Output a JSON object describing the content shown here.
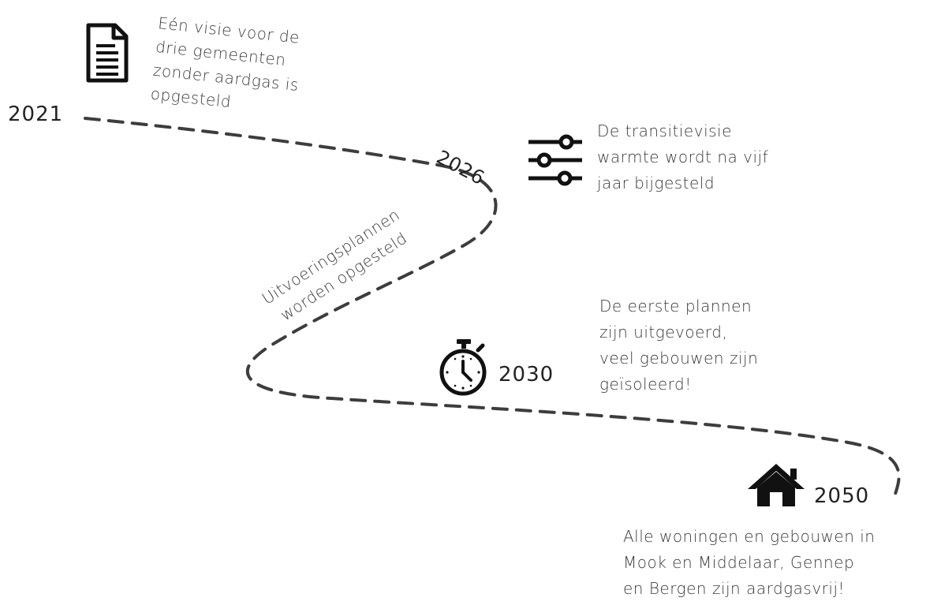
{
  "milestones": {
    "m2021": {
      "year": "2021",
      "lines": [
        "Eén visie voor de",
        "drie gemeenten",
        "zonder aardgas is",
        "opgesteld"
      ],
      "icon": "document-icon"
    },
    "m2026": {
      "year": "2026",
      "lines": [
        "De transitievisie",
        "warmte wordt na vijf",
        "jaar bijgesteld"
      ],
      "icon": "sliders-icon"
    },
    "plans": {
      "lines": [
        "Uitvoeringsplannen",
        "worden opgesteld"
      ]
    },
    "m2030": {
      "year": "2030",
      "lines": [
        "De eerste plannen",
        "zijn uitgevoerd,",
        "veel gebouwen zijn",
        "geïsoleerd!"
      ],
      "icon": "stopwatch-icon"
    },
    "m2050": {
      "year": "2050",
      "lines": [
        "Alle woningen en gebouwen in",
        "Mook en Middelaar, Gennep",
        "en Bergen zijn aardgasvrij!"
      ],
      "icon": "house-icon"
    }
  },
  "colors": {
    "path": "#3d3d3d",
    "text": "#3b3b3b",
    "icon": "#111111"
  }
}
